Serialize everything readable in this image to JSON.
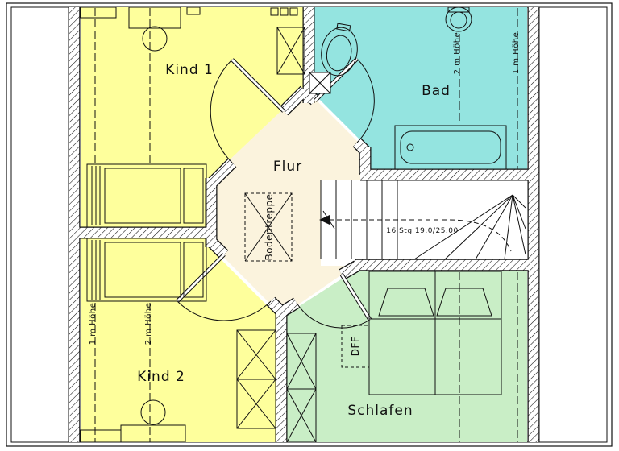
{
  "plan": {
    "rooms": {
      "kind1": {
        "label": "Kind 1",
        "color": "#feff9c"
      },
      "kind2": {
        "label": "Kind 2",
        "color": "#feff9c"
      },
      "bad": {
        "label": "Bad",
        "color": "#94e4e0"
      },
      "flur": {
        "label": "Flur",
        "color": "#fbf3dd"
      },
      "schlafen": {
        "label": "Schlafen",
        "color": "#c9eec6"
      }
    },
    "annotations": {
      "bodentreppe": "Bodentreppe",
      "dff": "DFF",
      "stair_note": "16 Stg 19.0/25.00",
      "height_left_1m": "1 m Höhe",
      "height_left_2m": "2 m Höhe",
      "height_right_1m": "1 m Höhe",
      "height_right_2m": "2 m Höhe"
    },
    "colors": {
      "line": "#111111",
      "stair_area": "#ffffff"
    }
  }
}
